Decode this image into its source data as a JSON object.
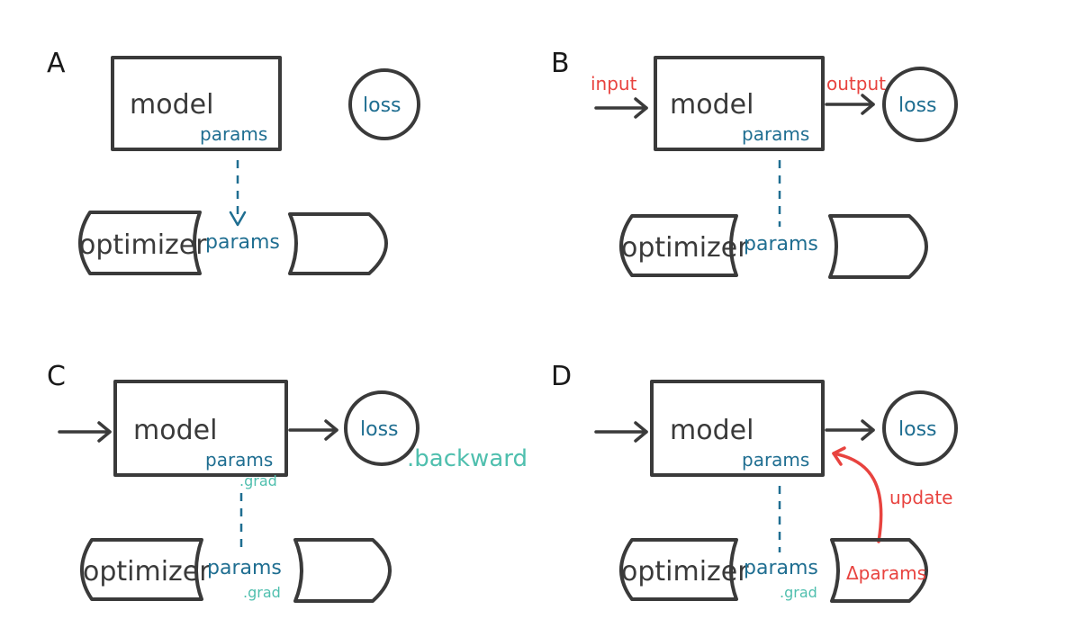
{
  "panels": {
    "a": {
      "letter": "A",
      "model": "model",
      "model_params": "params",
      "loss": "loss",
      "optimizer": "optimizer",
      "optimizer_params": "params"
    },
    "b": {
      "letter": "B",
      "input": "input",
      "output": "output",
      "model": "model",
      "model_params": "params",
      "loss": "loss",
      "optimizer": "optimizer",
      "optimizer_params": "params"
    },
    "c": {
      "letter": "C",
      "model": "model",
      "model_params": "params",
      "model_grad": ".grad",
      "loss": "loss",
      "backward": ".backward",
      "optimizer": "optimizer",
      "optimizer_params": "params",
      "optimizer_grad": ".grad"
    },
    "d": {
      "letter": "D",
      "model": "model",
      "model_params": "params",
      "loss": "loss",
      "update": "update",
      "optimizer": "optimizer",
      "optimizer_params": "params",
      "optimizer_grad": ".grad",
      "delta_params": "Δparams"
    }
  },
  "colors": {
    "ink": "#3a3a3a",
    "blue": "#1f6e91",
    "red": "#e8433f",
    "teal": "#4fbfae"
  }
}
